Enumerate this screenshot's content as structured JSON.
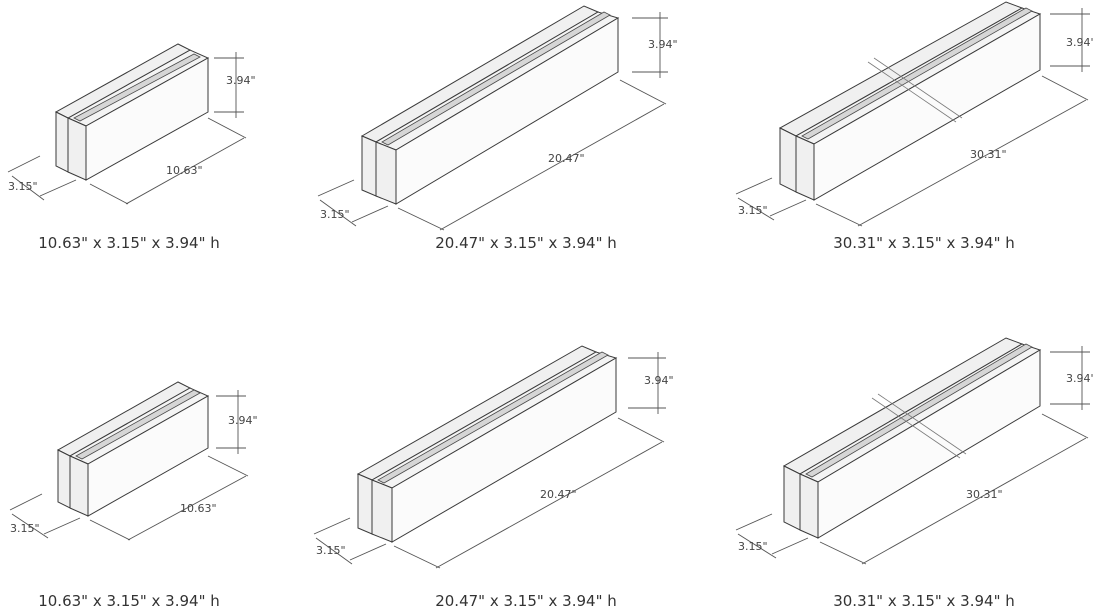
{
  "blocks": [
    {
      "length": "10.63\"",
      "width": "3.15\"",
      "height": "3.94\"",
      "caption": "10.63\" x 3.15\" x 3.94\" h"
    },
    {
      "length": "20.47\"",
      "width": "3.15\"",
      "height": "3.94\"",
      "caption": "20.47\" x 3.15\" x 3.94\" h"
    },
    {
      "length": "30.31\"",
      "width": "3.15\"",
      "height": "3.94'",
      "caption": "30.31\" x 3.15\" x 3.94\" h"
    },
    {
      "length": "10.63\"",
      "width": "3.15\"",
      "height": "3.94\"",
      "caption": "10.63\" x 3.15\" x 3.94\" h"
    },
    {
      "length": "20.47\"",
      "width": "3.15\"",
      "height": "3.94\"",
      "caption": "20.47\" x 3.15\" x 3.94\" h"
    },
    {
      "length": "30.31\"",
      "width": "3.15\"",
      "height": "3.94'",
      "caption": "30.31\" x 3.15\" x 3.94\" h"
    }
  ]
}
